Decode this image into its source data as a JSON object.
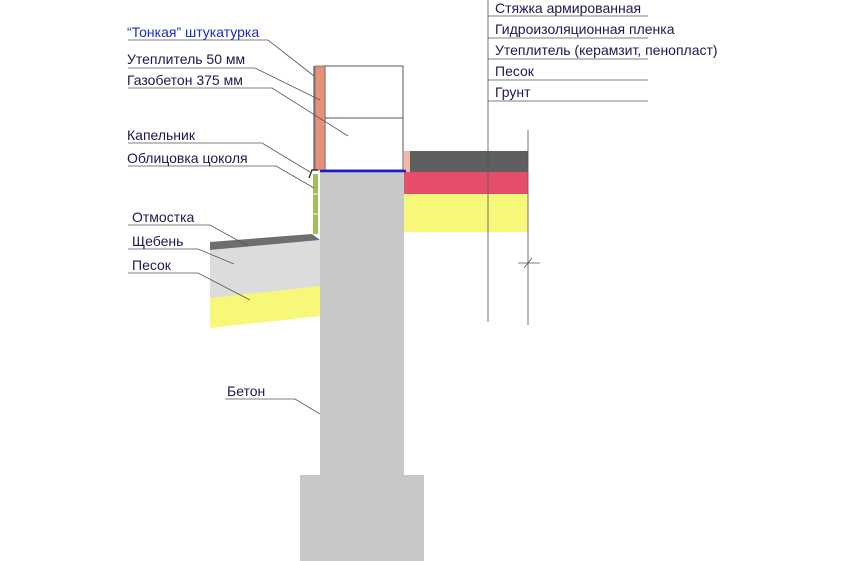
{
  "labels_left": {
    "plaster": "“Тонкая” штукатурка",
    "insulation": "Утеплитель 50 мм",
    "aerated_concrete": "Газобетон 375 мм",
    "drip_edge": "Капельник",
    "plinth_facing": "Облицовка цоколя",
    "blind_area": "Отмостка",
    "crushed_stone": "Щебень",
    "sand": "Песок",
    "concrete": "Бетон"
  },
  "labels_right": {
    "screed": "Стяжка армированная",
    "waterproofing": "Гидроизоляционная пленка",
    "floor_insulation": "Утеплитель (керамзит, пенопласт)",
    "sand": "Песок",
    "soil": "Грунт"
  },
  "colors": {
    "concrete": "#c8c8c8",
    "insulation": "#e8907a",
    "aerated_concrete": "#ffffff",
    "screed": "#5f5f5f",
    "waterproofing": "#1a1acc",
    "floor_insulation": "#e64d6a",
    "sand": "#f7f77a",
    "crushed_stone": "#dcdcdc",
    "blind_area": "#6e6e6e",
    "plinth_facing": "#9fbf5a",
    "plaster_label": "#1b2ec2",
    "label_text": "#1a1a50"
  }
}
